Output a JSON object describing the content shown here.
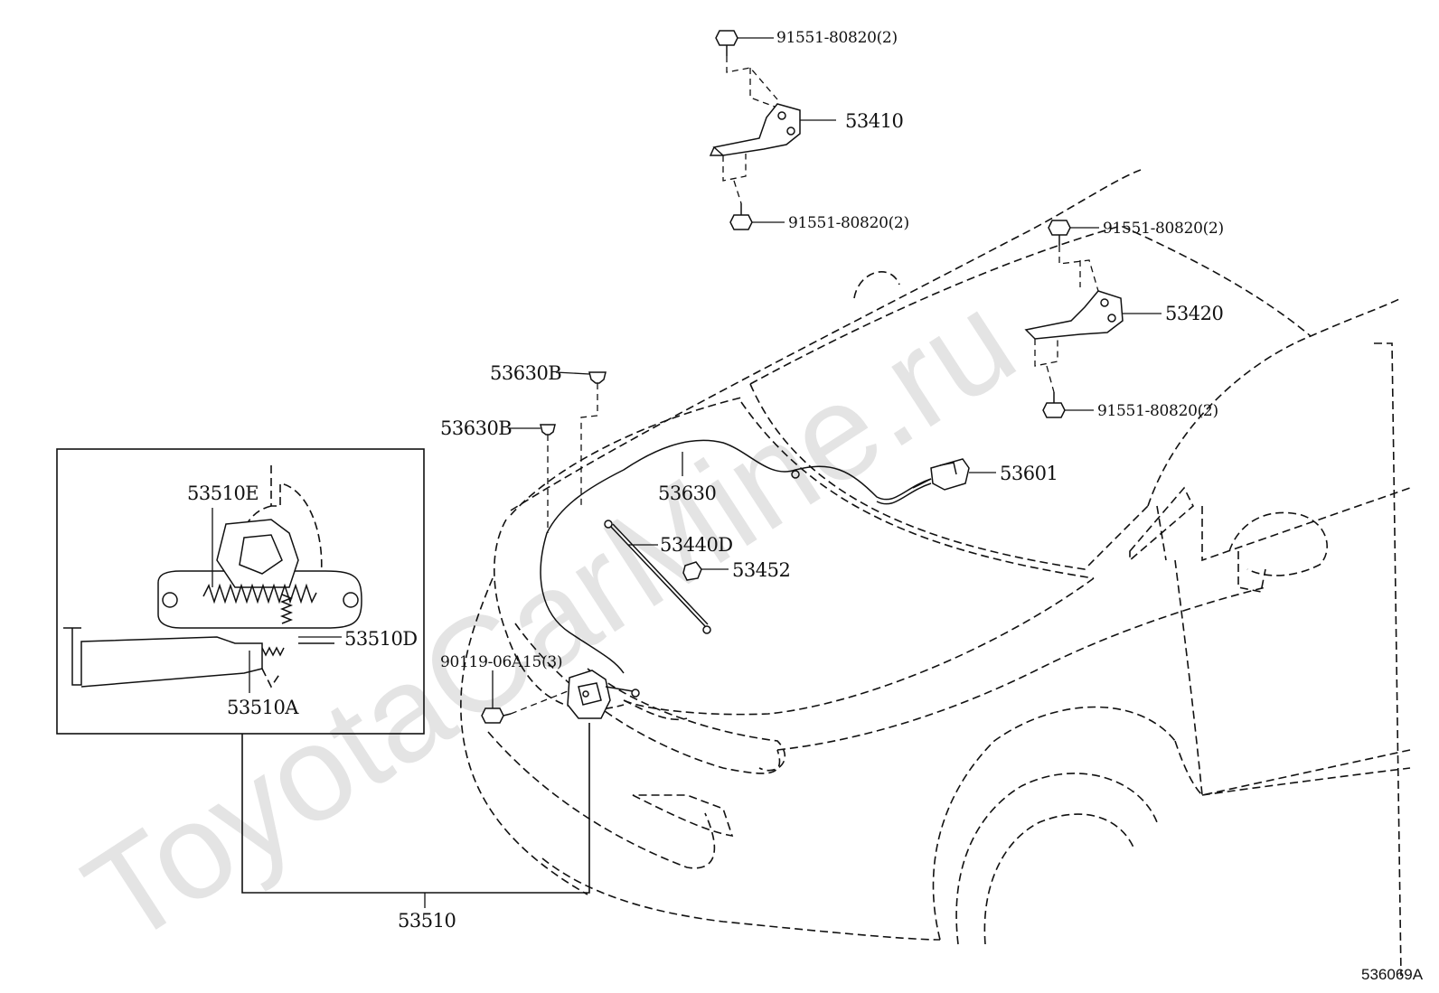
{
  "watermark": "ToyotaCarMine.ru",
  "illustration_id": "536069A",
  "callouts": {
    "bolt_top_a": "91551-80820(2)",
    "hinge_lh": "53410",
    "bolt_top_b": "91551-80820(2)",
    "bolt_right_a": "91551-80820(2)",
    "hinge_rh": "53420",
    "bolt_right_b": "91551-80820(2)",
    "clip_upper": "53630B",
    "clip_lower": "53630B",
    "release_cable": "53630",
    "release_lever": "53601",
    "support_rod": "53440D",
    "rod_holder": "53452",
    "lock_bolt": "90119-06A15(3)",
    "lock_assy": "53510",
    "inset_part_e": "53510E",
    "inset_part_d": "53510D",
    "inset_part_a": "53510A"
  }
}
